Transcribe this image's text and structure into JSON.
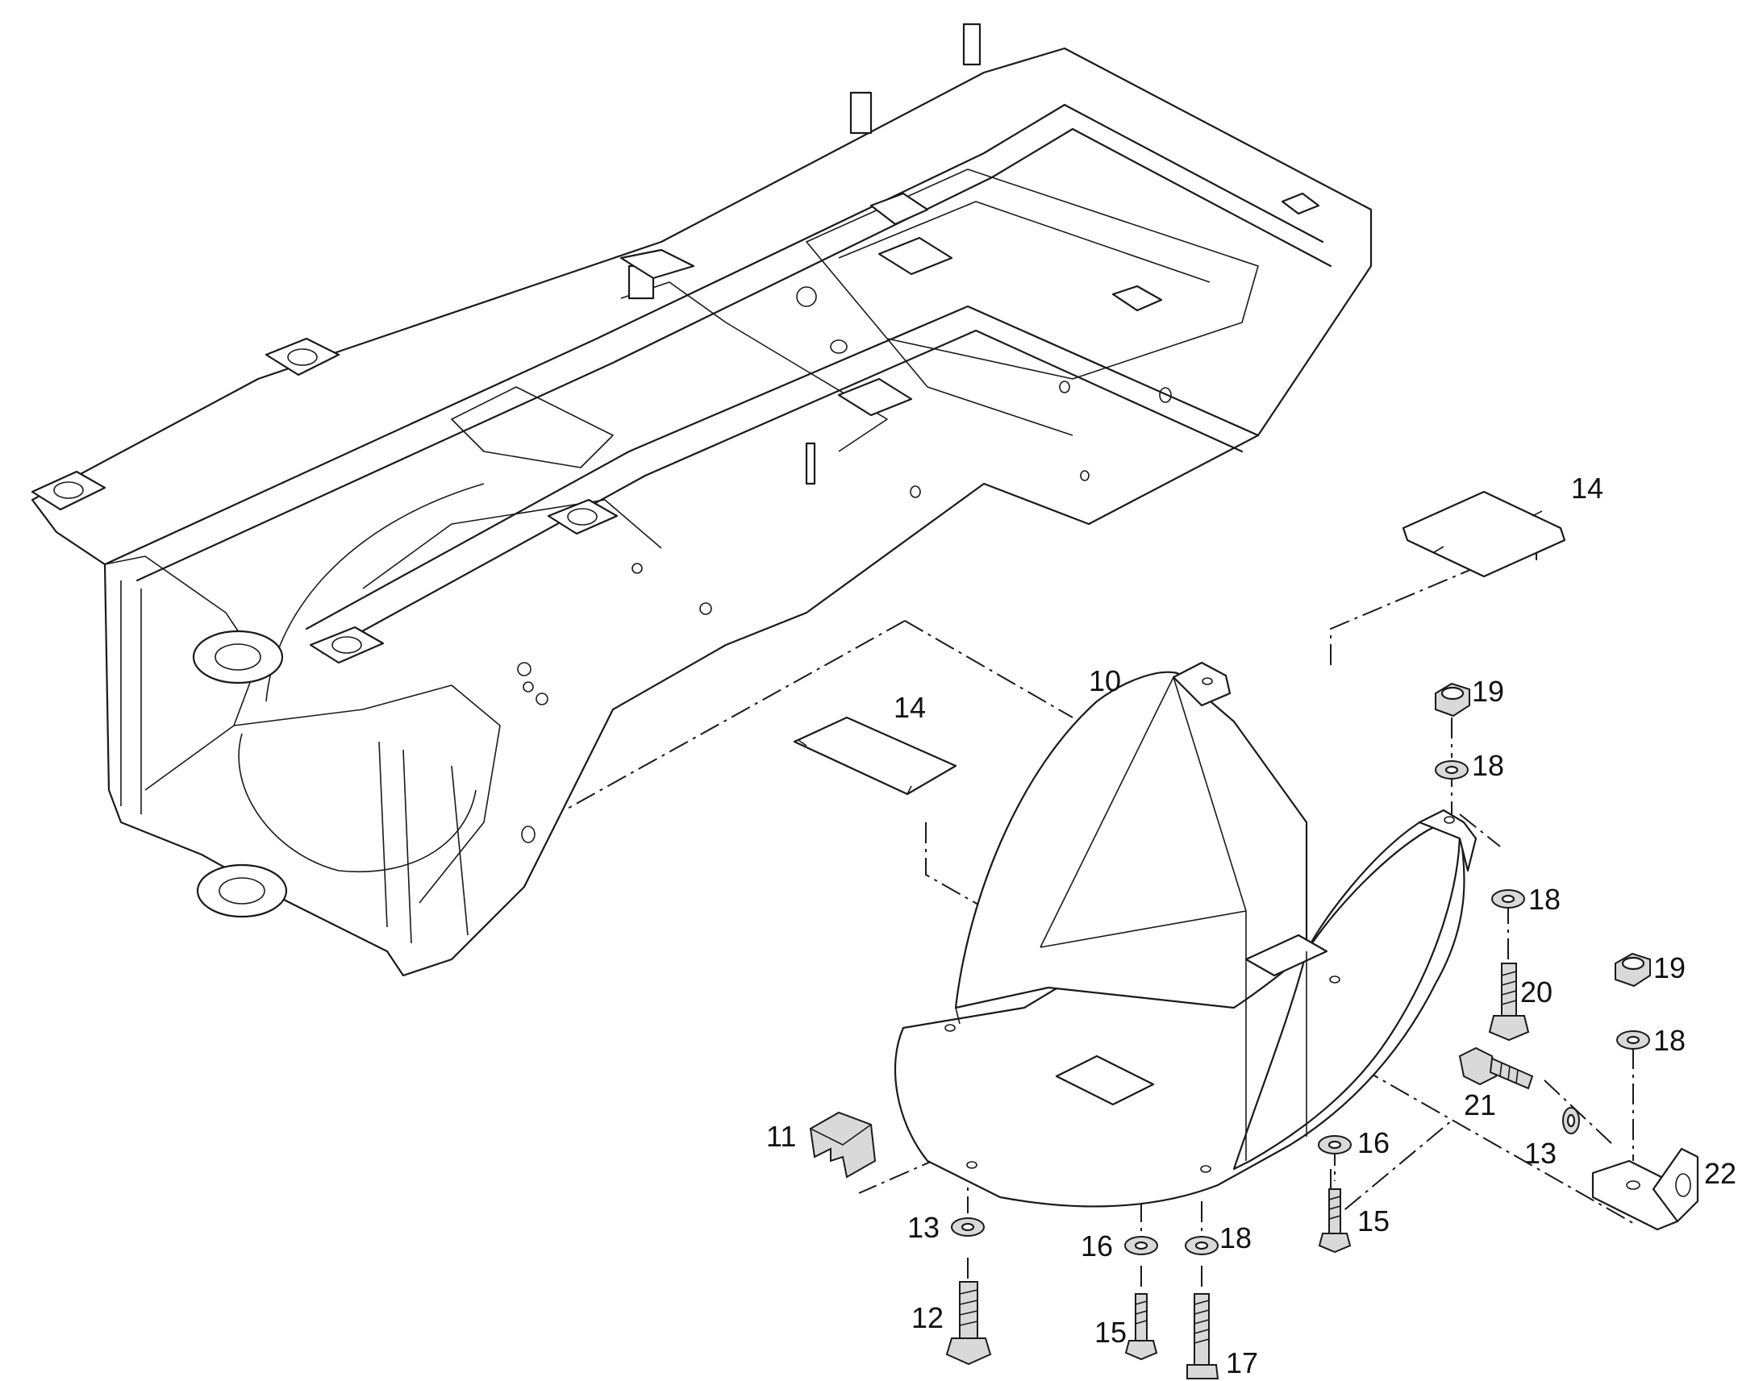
{
  "callouts": {
    "c10": "10",
    "c11": "11",
    "c12": "12",
    "c13a": "13",
    "c13b": "13",
    "c14a": "14",
    "c14b": "14",
    "c15a": "15",
    "c15b": "15",
    "c16a": "16",
    "c16b": "16",
    "c17": "17",
    "c18a": "18",
    "c18b": "18",
    "c18c": "18",
    "c18d": "18",
    "c19a": "19",
    "c19b": "19",
    "c20": "20",
    "c21": "21",
    "c22": "22"
  },
  "colors": {
    "line": "#1a1a1a",
    "background": "#ffffff",
    "shade": "#d9d9d9"
  }
}
